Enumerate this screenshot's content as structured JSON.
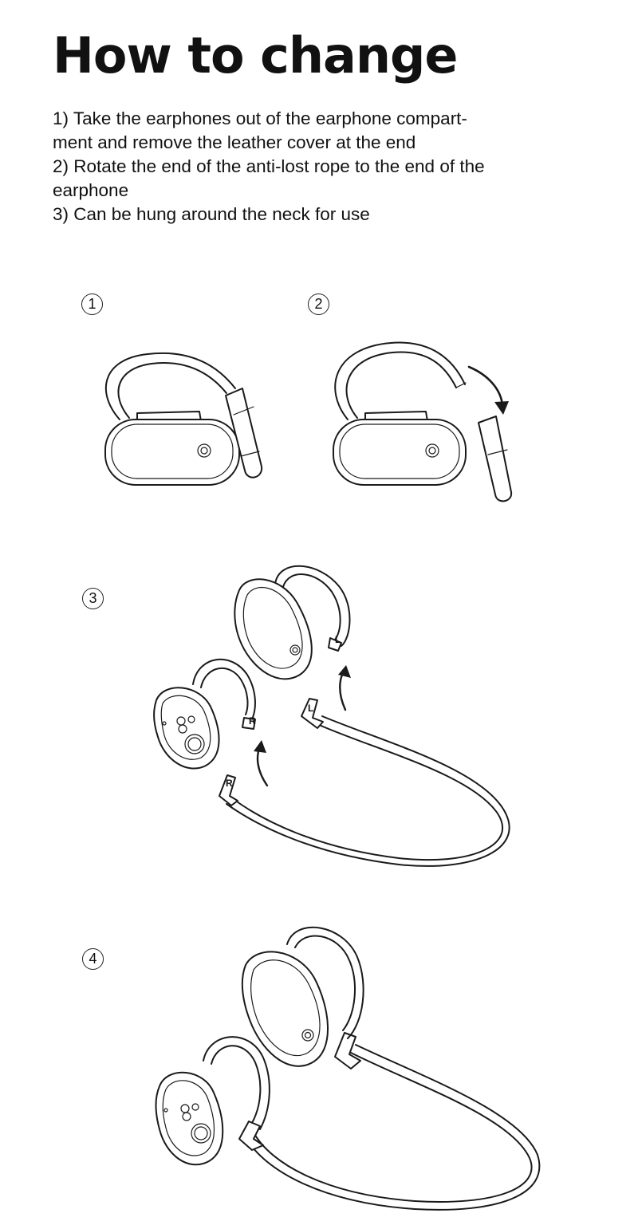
{
  "heading": "How to change",
  "instructions": [
    "1) Take the earphones out of the earphone compart-",
    "ment and remove the leather cover at the end",
    "2) Rotate the end of the anti-lost rope to the end of the",
    "earphone",
    "3) Can be hung around the neck for use"
  ],
  "figures": {
    "badge_1": "1",
    "badge_2": "2",
    "badge_3": "3",
    "badge_4": "4",
    "label_left": "L",
    "label_right": "R"
  }
}
